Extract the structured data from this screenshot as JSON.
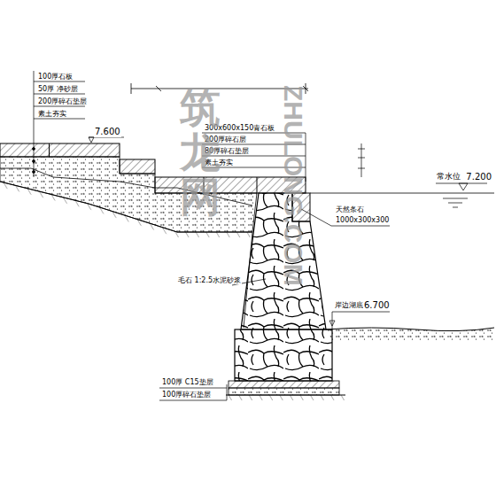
{
  "diagram": {
    "labels": [
      "100厚石板",
      "50厚 净砂层",
      "200厚碎石垫层",
      "素土夯实",
      "7.600",
      "300x600x150青石板",
      "200厚碎石层",
      "80厚碎石垫层",
      "素土夯实",
      "常水位",
      "7.200",
      "天然条石",
      "1000x300x300",
      "毛石 1:2.5水泥砂浆",
      "岸边湖底",
      "6.700",
      "100厚 C15垫层",
      "100厚碎石垫层",
      "筑龙网",
      "ZHULONG.COM"
    ]
  }
}
